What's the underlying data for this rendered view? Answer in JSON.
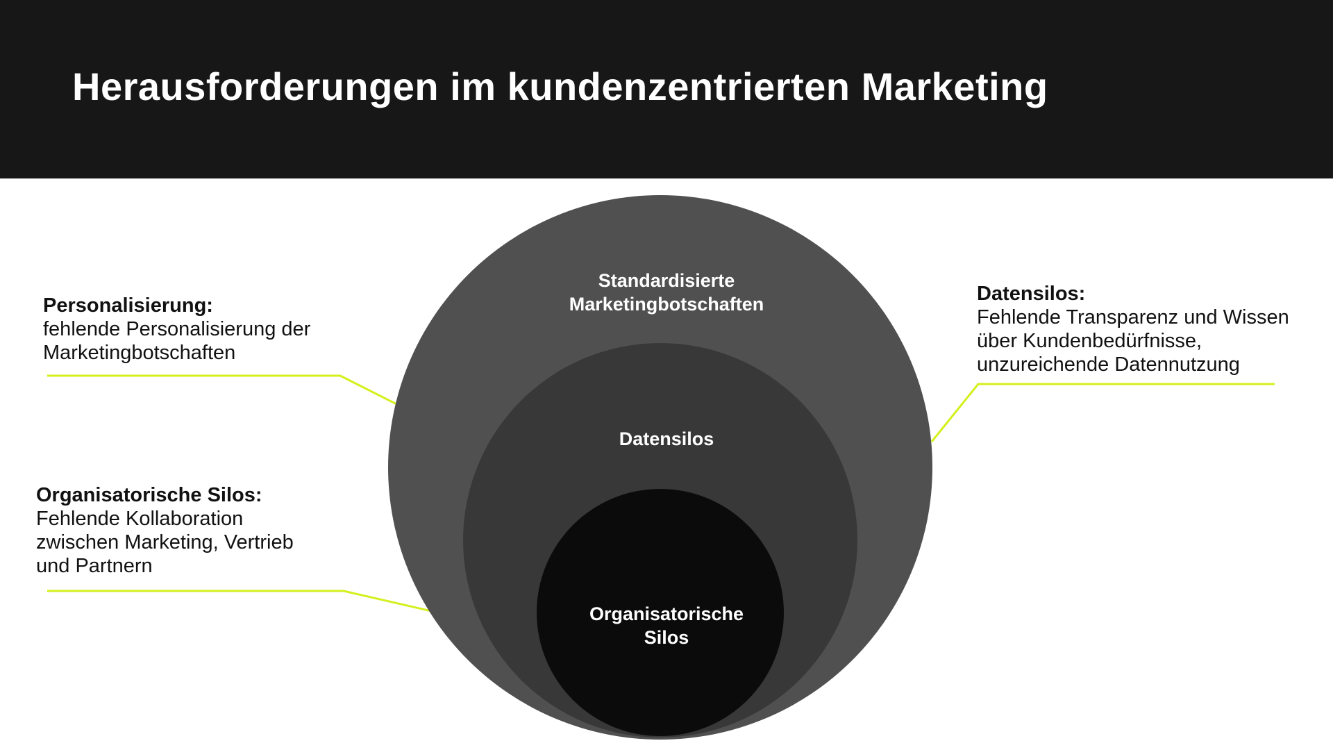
{
  "header": {
    "title": "Herausforderungen im kundenzentrierten Marketing"
  },
  "colors": {
    "header_bg": "#171717",
    "outer_circle": "#505050",
    "middle_circle": "#383838",
    "inner_circle": "#0b0b0b",
    "connector_line": "#d4f01c"
  },
  "diagram": {
    "circles": {
      "outer": {
        "label_line1": "Standardisierte",
        "label_line2": "Marketingbotschaften"
      },
      "middle": {
        "label": "Datensilos"
      },
      "inner": {
        "label_line1": "Organisatorische",
        "label_line2": "Silos"
      }
    }
  },
  "callouts": {
    "personalisierung": {
      "title": "Personalisierung:",
      "text": "fehlende Personalisierung der\nMarketingbotschaften"
    },
    "organisatorisch": {
      "title": "Organisatorische Silos:",
      "text": "Fehlende Kollaboration\nzwischen Marketing, Vertrieb\nund Partnern"
    },
    "datensilos": {
      "title": "Datensilos:",
      "text": "Fehlende Transparenz und Wissen\nüber Kundenbedürfnisse,\nunzureichende Datennutzung"
    }
  }
}
